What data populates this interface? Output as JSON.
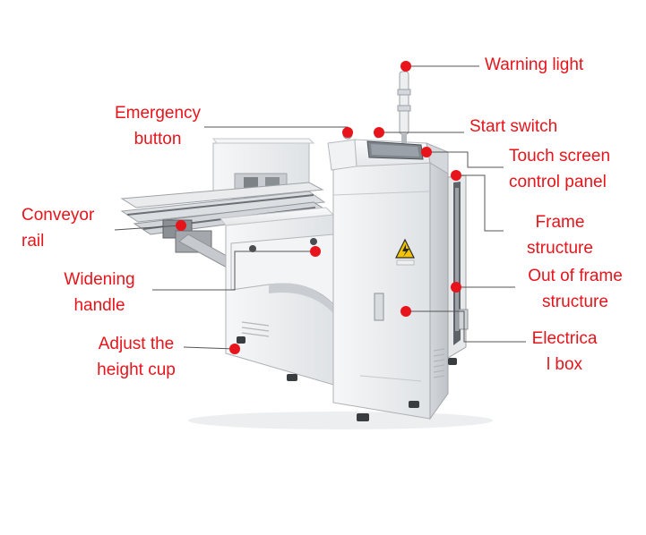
{
  "colors": {
    "label": "#e8141b",
    "marker": "#e8141b",
    "leader": "#555555",
    "machine_body": "#eef0f2",
    "machine_shadow": "#c9ccd0",
    "machine_edge": "#a9adb2",
    "warning_sign": "#f2c400",
    "feet": "#3a3d40"
  },
  "labels": {
    "warning_light": [
      "Warning light"
    ],
    "emergency_button": [
      "Emergency",
      "button"
    ],
    "start_switch": [
      "Start switch"
    ],
    "touch_screen": [
      "Touch screen",
      "control panel"
    ],
    "conveyor_rail": [
      "Conveyor",
      "rail"
    ],
    "frame_structure": [
      "Frame",
      "structure"
    ],
    "widening_handle": [
      "Widening",
      "handle"
    ],
    "out_of_frame": [
      "Out of frame",
      "structure"
    ],
    "electrical_box": [
      "Electrica",
      "l box"
    ],
    "height_cup": [
      "Adjust the",
      "height cup"
    ]
  },
  "icons": {
    "marker": "red-dot-marker-icon",
    "warning_sign": "high-voltage-warning-icon"
  }
}
